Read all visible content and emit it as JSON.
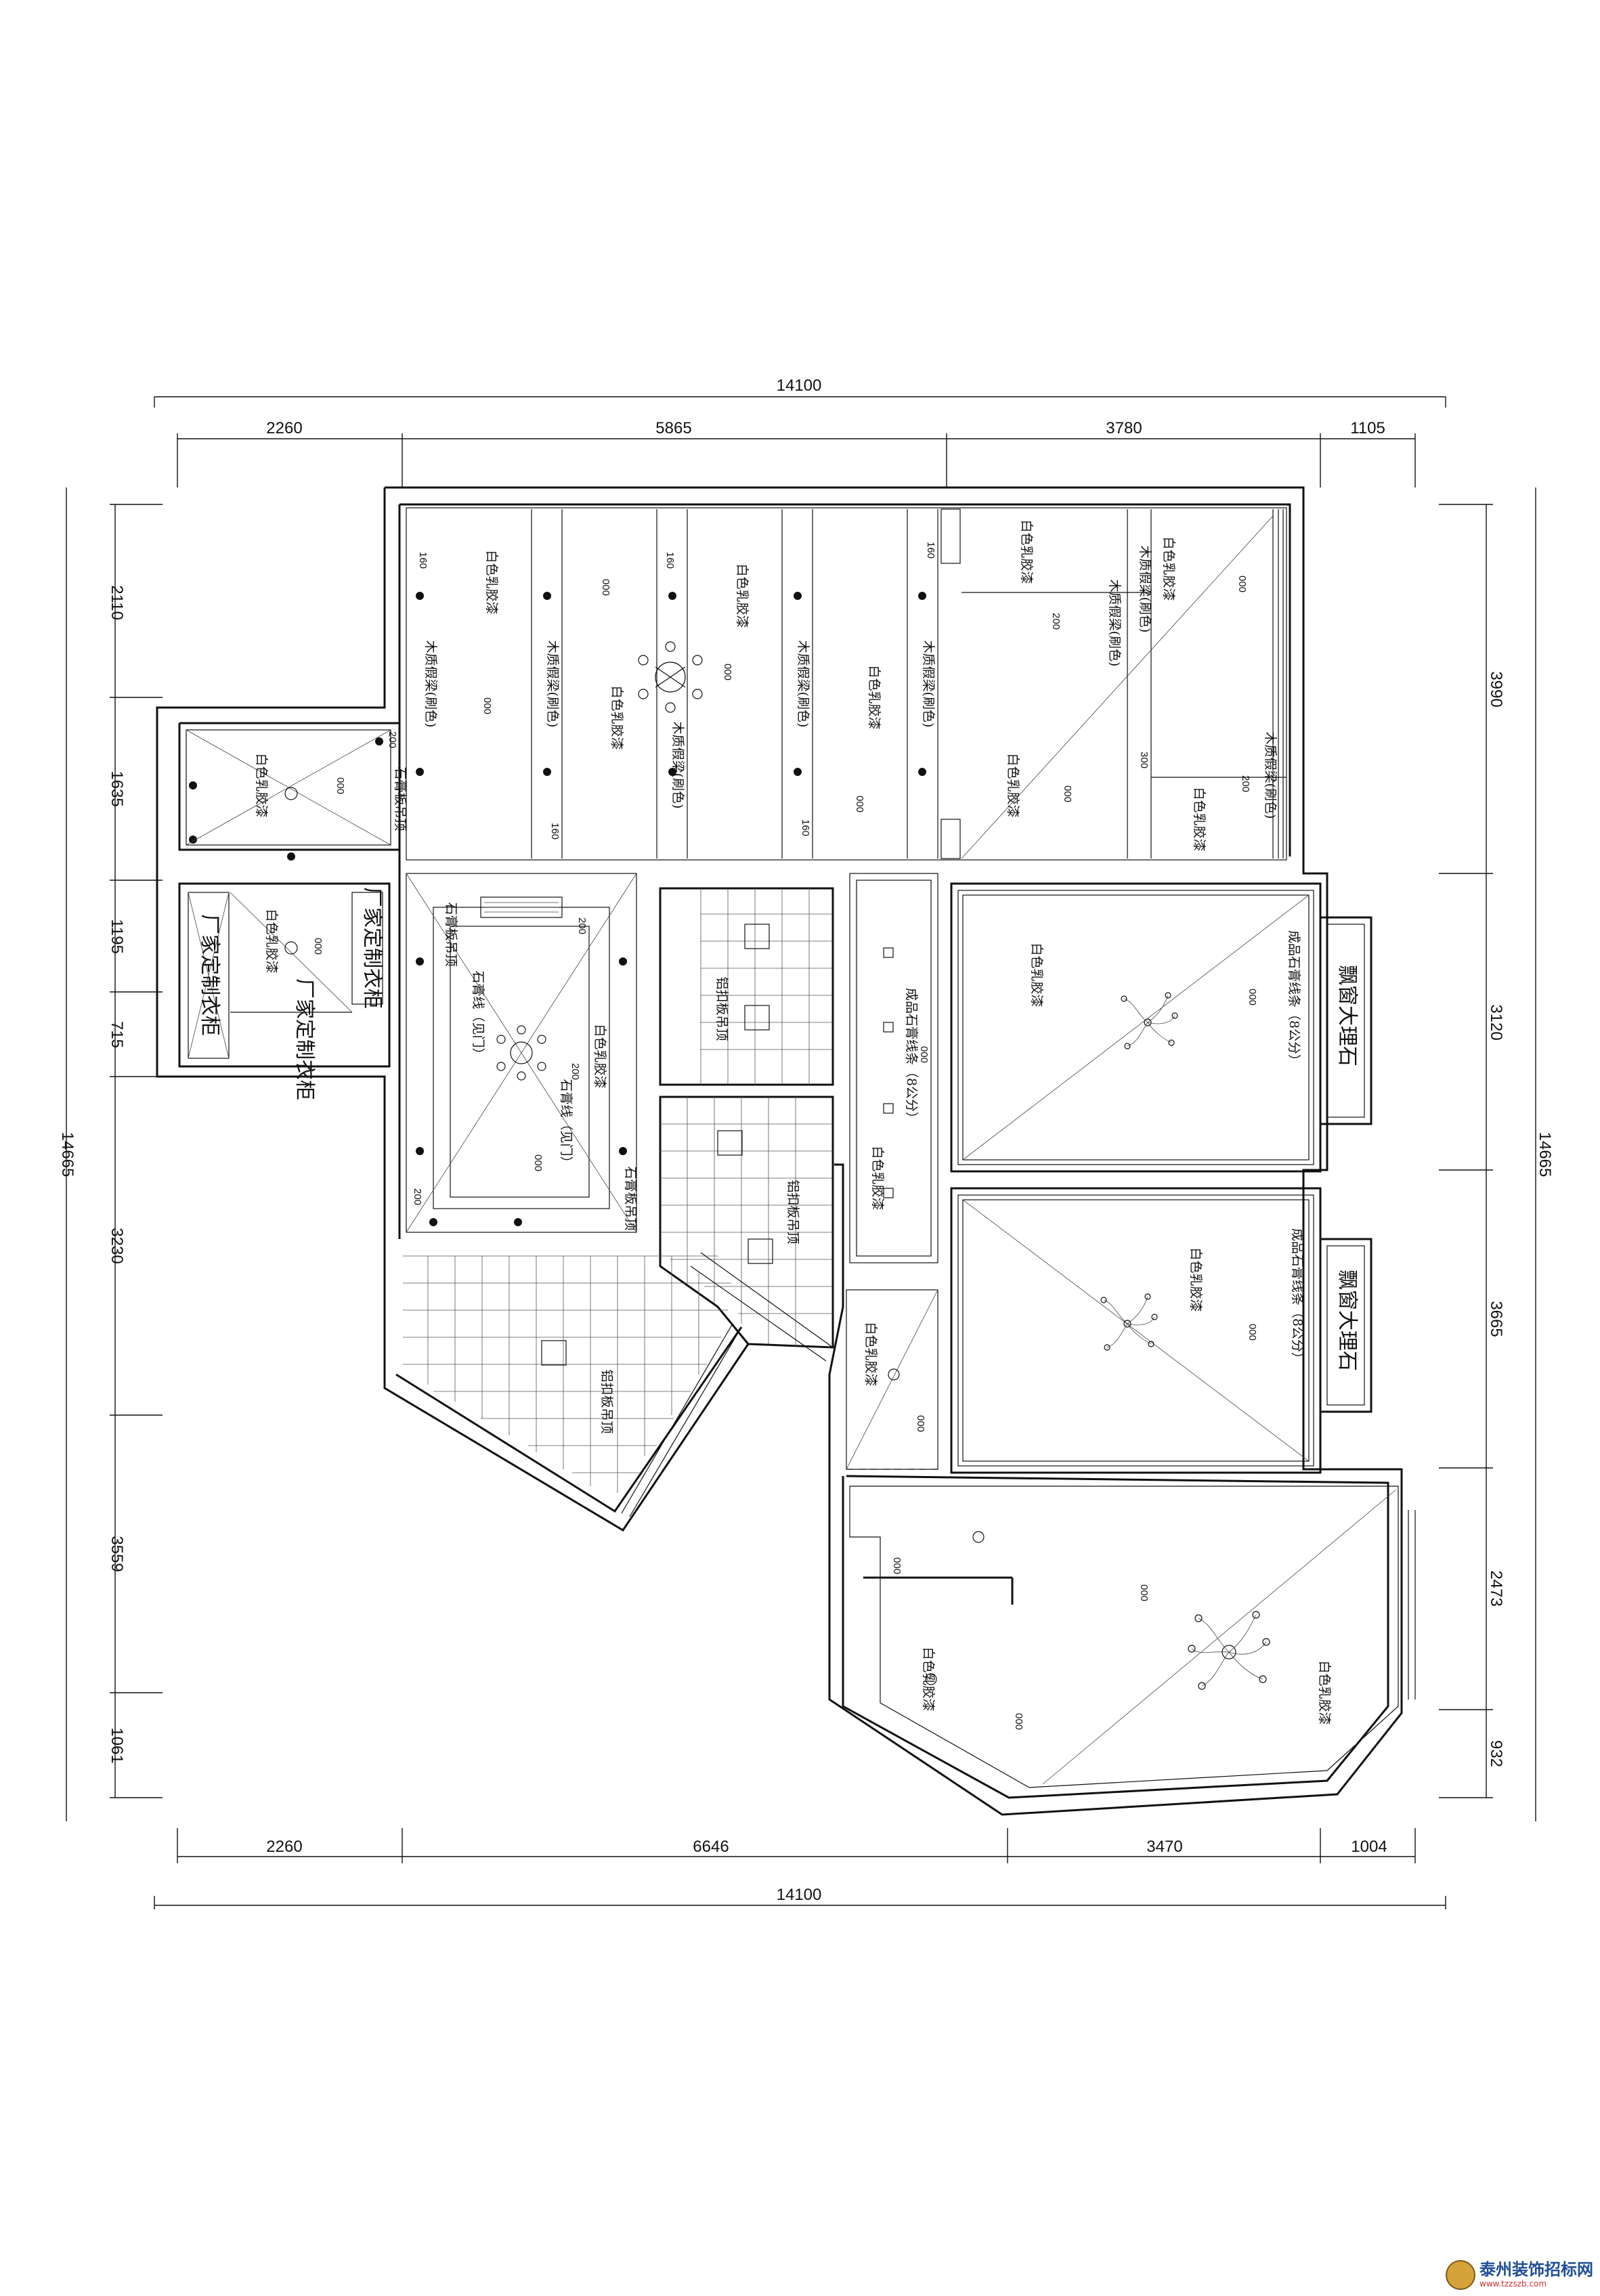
{
  "dimensions": {
    "top_total": "14100",
    "top_segments": [
      "2260",
      "5865",
      "3780",
      "1105"
    ],
    "bottom_total": "14100",
    "bottom_segments": [
      "2260",
      "6646",
      "3470",
      "1004"
    ],
    "left_total": "14665",
    "left_segments": [
      "2110",
      "1635",
      "1195",
      "715",
      "3230",
      "3559",
      "1061"
    ],
    "right_total": "14665",
    "right_segments": [
      "3990",
      "3120",
      "3665",
      "2473",
      "932"
    ]
  },
  "labels": {
    "paint": "白色乳胶漆",
    "beam": "木质假梁(刷色)",
    "gypsum": "石膏板吊顶",
    "aluminum": "铝扣板吊顶",
    "wardrobe": "厂家定制衣柜",
    "marble": "飘窗大理石",
    "line_8": "成品石膏线条（8公分）",
    "elev_000": "000",
    "elev_160": "160",
    "elev_200": "200",
    "elev_300": "300",
    "gypsum_line": "石膏线（见门）"
  },
  "watermark": {
    "text": "泰州装饰招标网",
    "url": "www.tzzszb.com"
  }
}
